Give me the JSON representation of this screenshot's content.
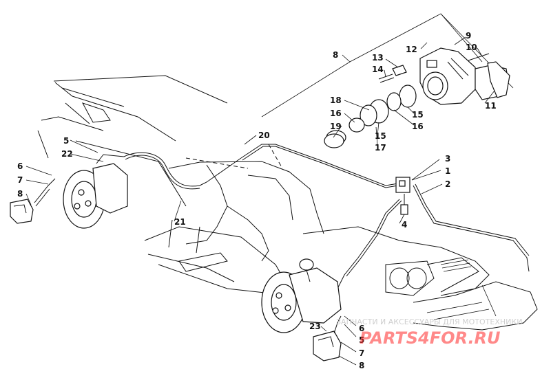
{
  "callouts": {
    "c1": "1",
    "c2": "2",
    "c3": "3",
    "c4": "4",
    "c5a": "5",
    "c5b": "5",
    "c6a": "6",
    "c6b": "6",
    "c7a": "7",
    "c7b": "7",
    "c8a": "8",
    "c8b": "8",
    "c8c": "8",
    "c9": "9",
    "c10": "10",
    "c11": "11",
    "c12": "12",
    "c13": "13",
    "c14": "14",
    "c15a": "15",
    "c15b": "15",
    "c16a": "16",
    "c16b": "16",
    "c17": "17",
    "c18": "18",
    "c19": "19",
    "c20": "20",
    "c21": "21",
    "c22": "22",
    "c23": "23"
  },
  "watermark": {
    "text": "ЗАПЧАСТИ И АКСЕССУАРЫ ДЛЯ МОТОТЕХНИКИ",
    "logo": "PARTS4FOR.RU",
    "color": "#ff2a2a"
  }
}
